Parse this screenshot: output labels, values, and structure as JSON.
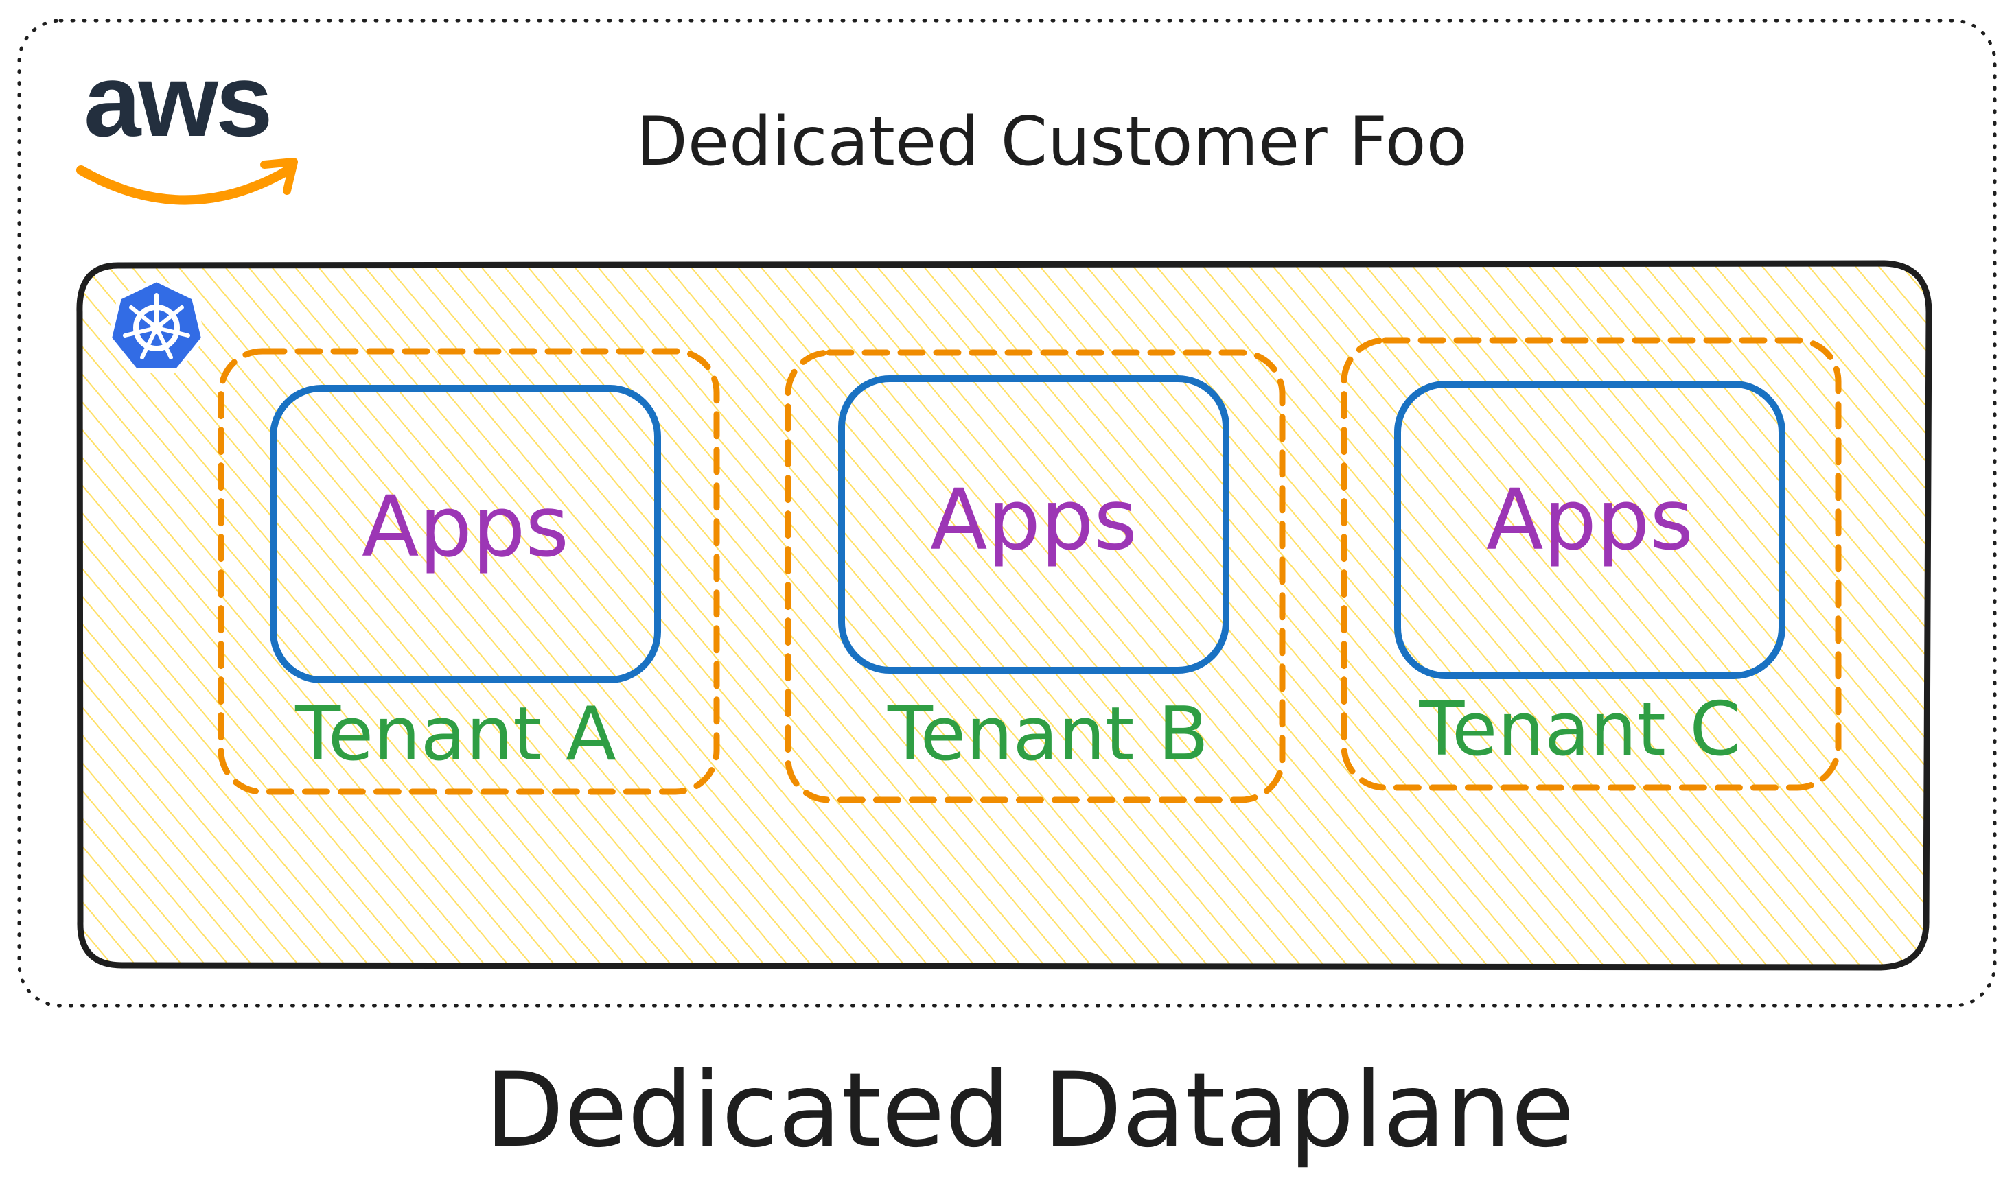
{
  "brand": {
    "logo_text": "aws",
    "logo_text_color": "#232f3e",
    "logo_smile_color": "#ff9900"
  },
  "outer_region": {
    "title": "Dedicated Customer Foo",
    "border_style": "dotted",
    "border_color": "#1e1e1e"
  },
  "cluster": {
    "icon": "kubernetes-icon",
    "icon_color": "#326ce5",
    "fill_color": "#ffec99",
    "fill_pattern": "hachure",
    "border_color": "#1e1e1e"
  },
  "tenants": [
    {
      "label": "Tenant A",
      "app_label": "Apps"
    },
    {
      "label": "Tenant B",
      "app_label": "Apps"
    },
    {
      "label": "Tenant C",
      "app_label": "Apps"
    }
  ],
  "colors": {
    "tenant_border": "#f08c00",
    "tenant_label": "#2f9e44",
    "app_border": "#1971c2",
    "app_label": "#9c36b5"
  },
  "caption": "Dedicated Dataplane"
}
